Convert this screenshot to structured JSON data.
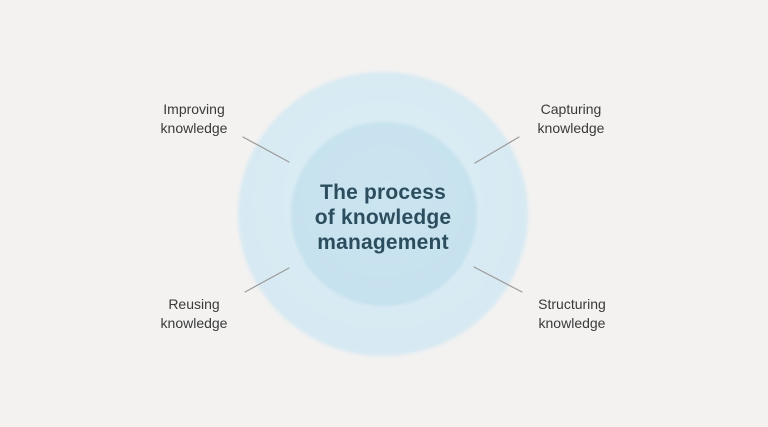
{
  "diagram": {
    "background_color": "#f3f2f1",
    "center": {
      "title_lines": {
        "0": "The process",
        "1": "of knowledge",
        "2": "management"
      },
      "title_full": "The process of knowledge management",
      "text_color": "#2b4d5e",
      "outer_circle_color": "#d7e9f2",
      "inner_circle_color": "#c6e2ee"
    },
    "labels": {
      "0": {
        "id": "improving-knowledge",
        "position": "top-left",
        "line1": "Improving",
        "line2": "knowledge"
      },
      "1": {
        "id": "capturing-knowledge",
        "position": "top-right",
        "line1": "Capturing",
        "line2": "knowledge"
      },
      "2": {
        "id": "reusing-knowledge",
        "position": "bottom-left",
        "line1": "Reusing",
        "line2": "knowledge"
      },
      "3": {
        "id": "structuring-knowledge",
        "position": "bottom-right",
        "line1": "Structuring",
        "line2": "knowledge"
      }
    },
    "label_text_color": "#3a3a3a",
    "connector_color": "#9b9b9b"
  }
}
